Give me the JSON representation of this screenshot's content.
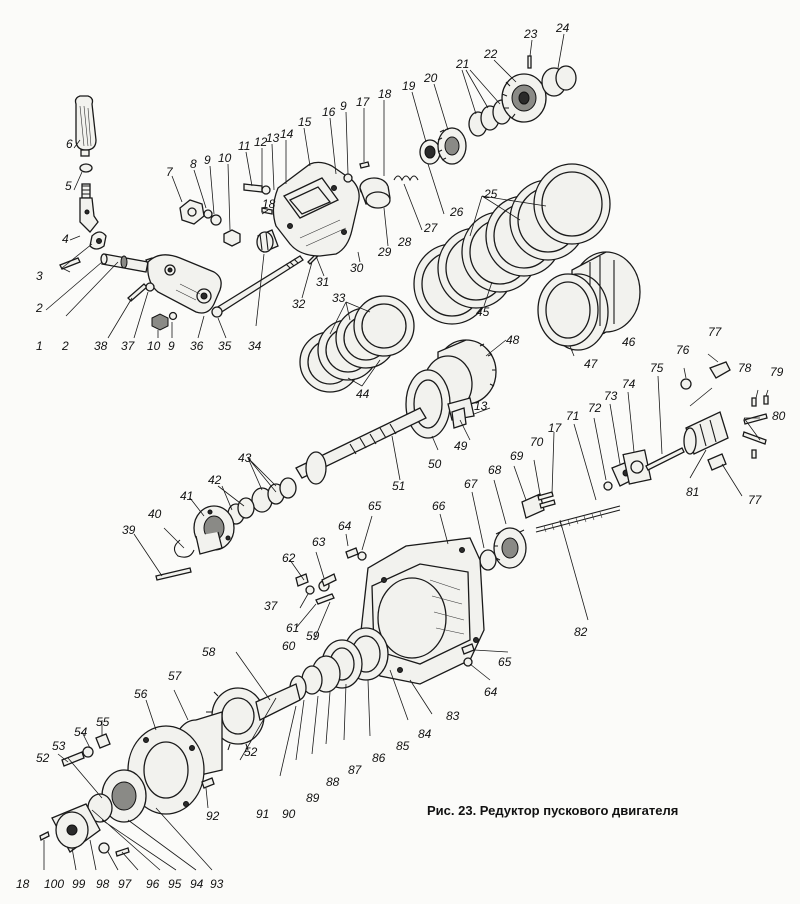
{
  "caption": "Рис. 23. Редуктор пускового двигателя",
  "callouts": {
    "c1": "1",
    "c2a": "2",
    "c2b": "2",
    "c3": "3",
    "c4": "4",
    "c5": "5",
    "c6": "6",
    "c7": "7",
    "c8": "8",
    "c9a": "9",
    "c9b": "9",
    "c9c": "9",
    "c10a": "10",
    "c10b": "10",
    "c11": "11",
    "c12": "12",
    "c13a": "13",
    "c13b": "13",
    "c14": "14",
    "c15": "15",
    "c16": "16",
    "c17a": "17",
    "c17b": "17",
    "c18a": "18",
    "c18b": "18",
    "c18c": "18",
    "c19": "19",
    "c20": "20",
    "c21": "21",
    "c22": "22",
    "c23": "23",
    "c24": "24",
    "c25": "25",
    "c26": "26",
    "c27": "27",
    "c28": "28",
    "c29": "29",
    "c30": "30",
    "c31": "31",
    "c32": "32",
    "c33": "33",
    "c34": "34",
    "c35": "35",
    "c36": "36",
    "c37a": "37",
    "c37b": "37",
    "c38": "38",
    "c39": "39",
    "c40": "40",
    "c41": "41",
    "c42": "42",
    "c43": "43",
    "c44": "44",
    "c45": "45",
    "c46": "46",
    "c47": "47",
    "c48": "48",
    "c49": "49",
    "c50": "50",
    "c51": "51",
    "c52a": "52",
    "c52b": "52",
    "c53": "53",
    "c54": "54",
    "c55": "55",
    "c56": "56",
    "c57": "57",
    "c58": "58",
    "c59": "59",
    "c60": "60",
    "c61": "61",
    "c62": "62",
    "c63": "63",
    "c64a": "64",
    "c64b": "64",
    "c65a": "65",
    "c65b": "65",
    "c66": "66",
    "c67": "67",
    "c68": "68",
    "c69": "69",
    "c70": "70",
    "c71": "71",
    "c72": "72",
    "c73": "73",
    "c74": "74",
    "c75": "75",
    "c76": "76",
    "c77a": "77",
    "c77b": "77",
    "c78": "78",
    "c79": "79",
    "c80": "80",
    "c81": "81",
    "c82": "82",
    "c83": "83",
    "c84": "84",
    "c85": "85",
    "c86": "86",
    "c87": "87",
    "c88": "88",
    "c89": "89",
    "c90": "90",
    "c91": "91",
    "c92": "92",
    "c93": "93",
    "c94": "94",
    "c95": "95",
    "c96": "96",
    "c97": "97",
    "c98": "98",
    "c99": "99",
    "c100": "100"
  }
}
